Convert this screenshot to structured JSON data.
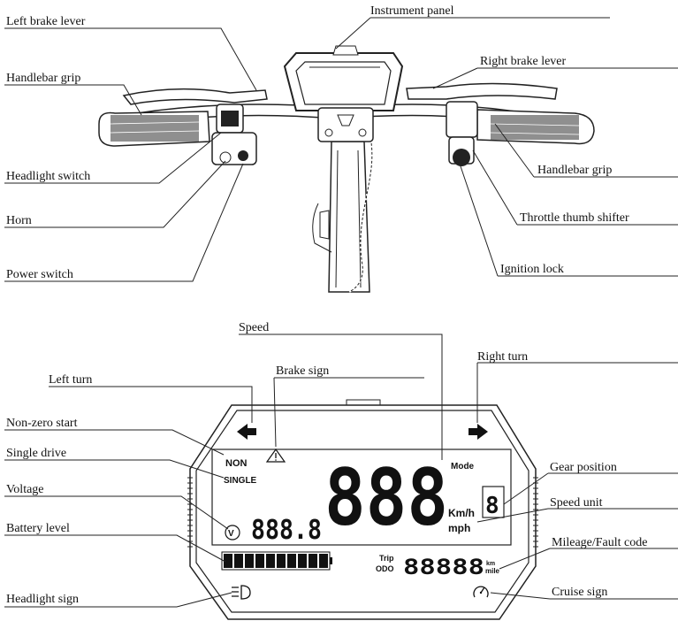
{
  "labels": {
    "instrument_panel": "Instrument panel",
    "left_brake_lever": "Left brake lever",
    "right_brake_lever": "Right brake lever",
    "handlebar_grip_left": "Handlebar grip",
    "handlebar_grip_right": "Handlebar grip",
    "headlight_switch": "Headlight switch",
    "horn": "Horn",
    "throttle_thumb_shifter": "Throttle thumb shifter",
    "ignition_lock": "Ignition lock",
    "power_switch": "Power switch",
    "speed": "Speed",
    "brake_sign": "Brake sign",
    "right_turn": "Right turn",
    "left_turn": "Left turn",
    "non_zero_start": "Non-zero start",
    "single_drive": "Single drive",
    "gear_position": "Gear position",
    "voltage": "Voltage",
    "speed_unit": "Speed unit",
    "battery_level": "Battery level",
    "mileage_fault_code": "Mileage/Fault code",
    "headlight_sign": "Headlight sign",
    "cruise_sign": "Cruise sign"
  },
  "display": {
    "non": "NON",
    "single": "SINGLE",
    "mode": "Mode",
    "voltage_digits": "888.8",
    "voltage_symbol": "V",
    "speed_digits": "888",
    "unit_kmh": "Km/h",
    "unit_mph": "mph",
    "gear_digit": "8",
    "trip": "Trip",
    "odo": "ODO",
    "odo_digits": "88888",
    "odo_km": "km",
    "odo_mile": "mile",
    "battery_segments": 10
  }
}
